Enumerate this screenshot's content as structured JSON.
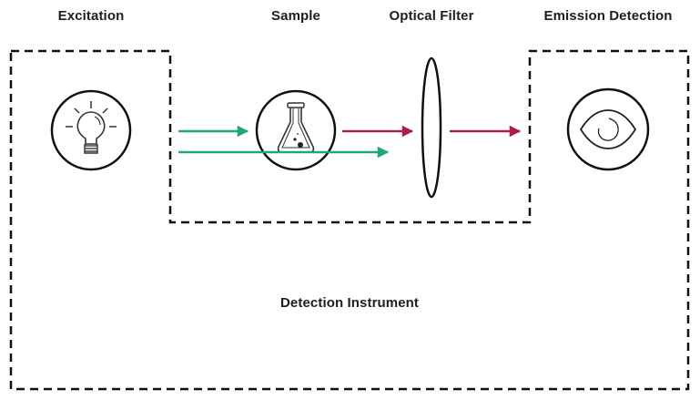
{
  "stages": {
    "excitation": {
      "label": "Excitation",
      "icon": "lightbulb-icon"
    },
    "sample": {
      "label": "Sample",
      "icon": "flask-icon"
    },
    "optical_filter": {
      "label": "Optical Filter",
      "icon": "lens-icon"
    },
    "emission_detection": {
      "label": "Emission Detection",
      "icon": "eye-icon"
    }
  },
  "instrument": {
    "label": "Detection Instrument"
  },
  "colors": {
    "excitation_light": "#1fa77a",
    "emission_light": "#a8204a",
    "outline": "#111111",
    "text": "#1e1e1e"
  }
}
